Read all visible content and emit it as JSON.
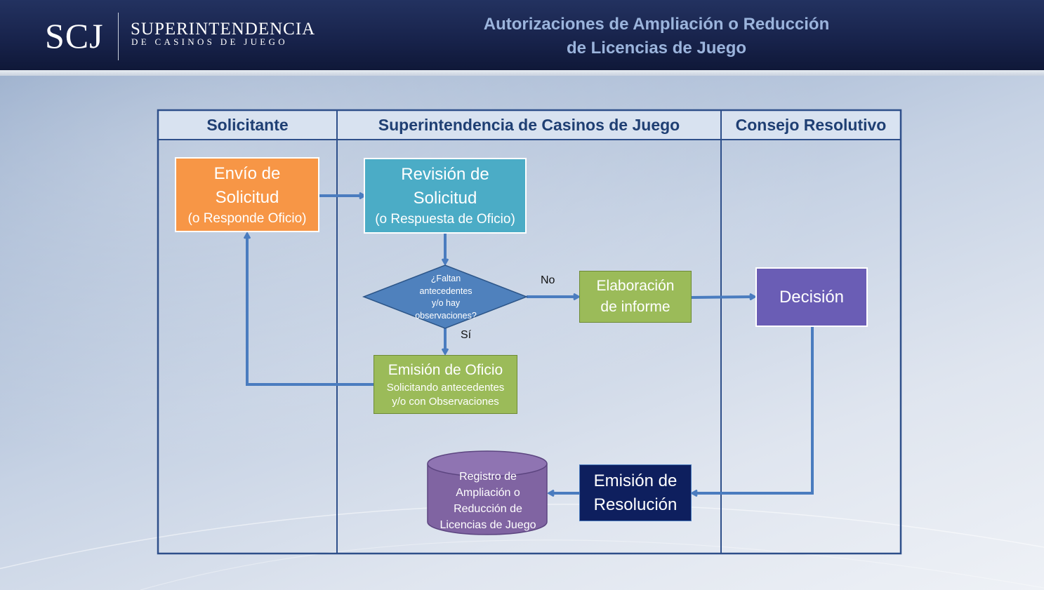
{
  "header": {
    "logo_mark": "SCJ",
    "logo_name": "SUPERINTENDENCIA",
    "logo_sub": "DE CASINOS DE JUEGO",
    "title_line1": "Autorizaciones de Ampliación o Reducción",
    "title_line2": "de Licencias de Juego"
  },
  "lanes": {
    "solicitante": "Solicitante",
    "scj": "Superintendencia de Casinos de Juego",
    "consejo": "Consejo Resolutivo"
  },
  "nodes": {
    "envio": {
      "line1": "Envío de",
      "line2": "Solicitud",
      "sub": "(o Responde Oficio)"
    },
    "revision": {
      "line1": "Revisión de",
      "line2": "Solicitud",
      "sub": "(o Respuesta de Oficio)"
    },
    "decision_q": {
      "line1": "¿Faltan",
      "line2": "antecedentes",
      "line3": "y/o hay",
      "line4": "observaciones?"
    },
    "elaboracion": {
      "line1": "Elaboración",
      "line2": "de informe"
    },
    "decision": {
      "label": "Decisión"
    },
    "oficio": {
      "title": "Emisión de Oficio",
      "sub1": "Solicitando antecedentes",
      "sub2": "y/o con Observaciones"
    },
    "resolucion": {
      "line1": "Emisión de",
      "line2": "Resolución"
    },
    "registro": {
      "line1": "Registro de",
      "line2": "Ampliación o",
      "line3": "Reducción de",
      "line4": "Licencias de Juego"
    }
  },
  "edge_labels": {
    "no": "No",
    "si": "Sí"
  },
  "colors": {
    "header_bg": "#17224a",
    "title_text": "#9bb4dc",
    "lane_border": "#2e4f8a",
    "lane_head_bg": "#dde6f3",
    "arrow": "#4a7cbf",
    "envio": "#f79646",
    "revision": "#4bacc6",
    "diamond": "#4f81bd",
    "green": "#9bbb59",
    "decision": "#6a5db5",
    "resolucion": "#0e1f5e",
    "registro": "#8064a2"
  }
}
